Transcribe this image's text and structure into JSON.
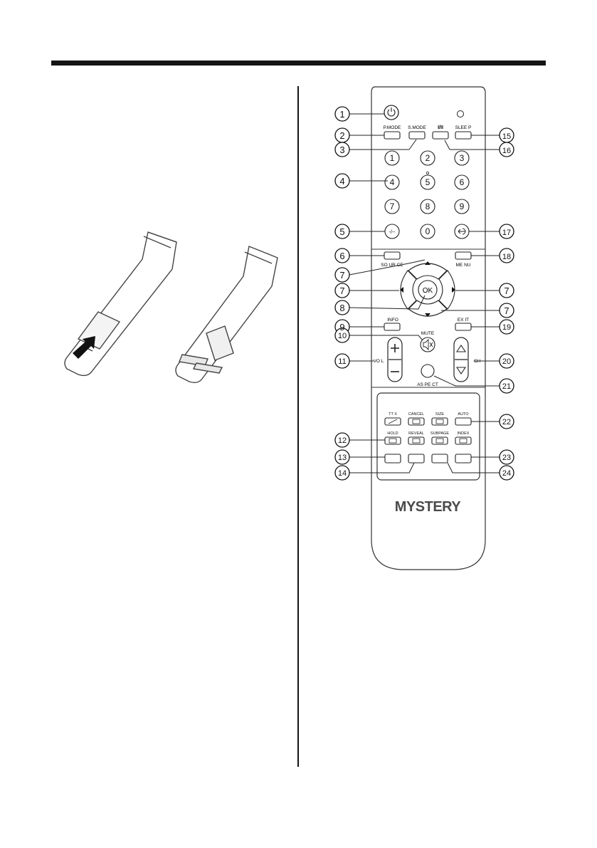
{
  "remote": {
    "brand": "MYSTERY",
    "labels": {
      "pmode": "P.MODE",
      "smode": "S.MODE",
      "dual": "I/II",
      "sleep": "SLEE P",
      "source": "SO UR CE",
      "menu": "ME NU",
      "info": "INFO",
      "exit": "EX IT",
      "mute": "MUTE",
      "vol": "VO L",
      "ch": "CH",
      "aspect": "AS PE CT",
      "ok": "OK",
      "ttx": "TT X",
      "cancel": "CANCEL",
      "size": "SIZE",
      "auto": "AUTO",
      "hold": "HOLD",
      "reveal": "REVEAL",
      "subpage": "SUBPAGE",
      "index": "INDEX"
    },
    "digits": {
      "d1": "1",
      "d2": "2",
      "d3": "3",
      "d4": "4",
      "d5": "5",
      "d6": "6",
      "d7": "7",
      "d8": "8",
      "d9": "9",
      "d0": "0",
      "dash": "-/--"
    }
  },
  "callouts": {
    "c1": "1",
    "c2": "2",
    "c3": "3",
    "c4": "4",
    "c5": "5",
    "c6": "6",
    "c7a": "7",
    "c7b": "7",
    "c7c": "7",
    "c7d": "7",
    "c8": "8",
    "c9": "9",
    "c10": "10",
    "c11": "11",
    "c12": "12",
    "c13": "13",
    "c14": "14",
    "c15": "15",
    "c16": "16",
    "c17": "17",
    "c18": "18",
    "c19": "19",
    "c20": "20",
    "c21": "21",
    "c22": "22",
    "c23": "23",
    "c24": "24"
  }
}
